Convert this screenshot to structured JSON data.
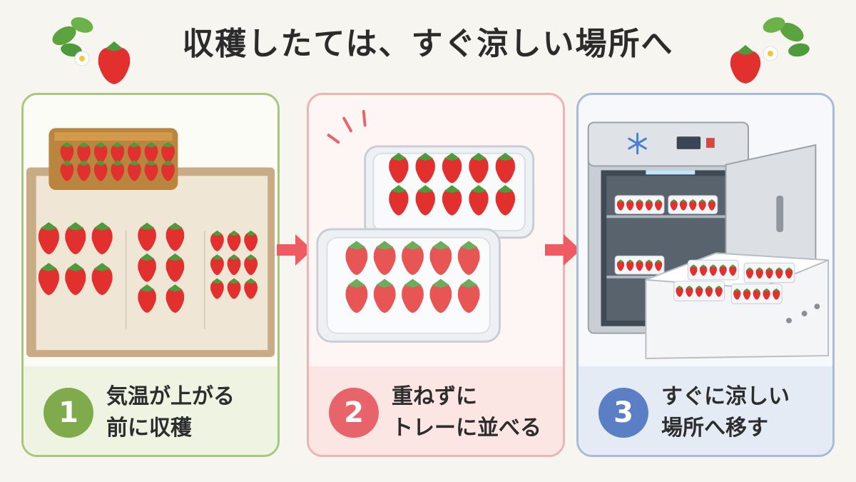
{
  "title": "収穫したては、すぐ涼しい場所へ",
  "steps": [
    {
      "number": "1",
      "line1": "気温が上がる",
      "line2": "前に収穫"
    },
    {
      "number": "2",
      "line1": "重ねずに",
      "line2": "トレーに並べる"
    },
    {
      "number": "3",
      "line1": "すぐに涼しい",
      "line2": "場所へ移す"
    }
  ],
  "icons": {
    "strawberry": "strawberry-icon",
    "snowflake": "snowflake-icon",
    "arrow": "arrow-right-icon"
  },
  "colors": {
    "strawberry_red": "#e2302f",
    "leaf_green": "#4f9a3a",
    "step1": "#7fab4c",
    "step2": "#e8646a",
    "step3": "#5b7fc4",
    "arrow": "#ef5b62"
  }
}
